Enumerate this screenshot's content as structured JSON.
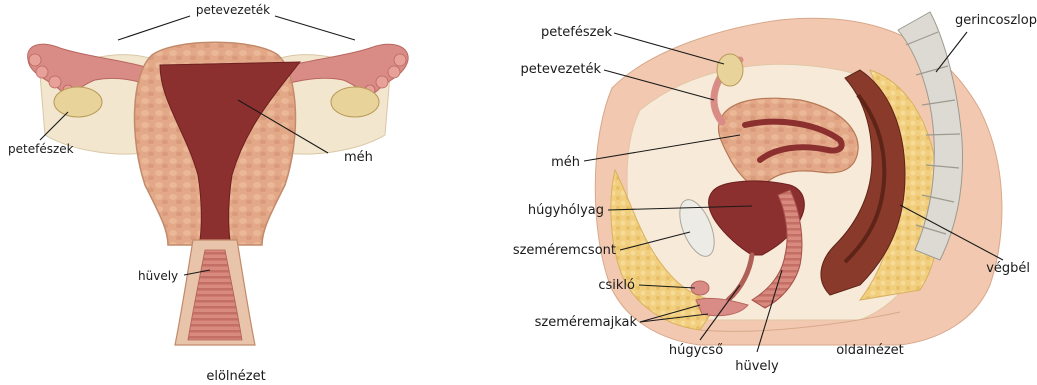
{
  "front_view": {
    "caption": "elölnézet",
    "labels": {
      "fallopian_tube": "petevezeték",
      "ovary": "petefészek",
      "uterus": "méh",
      "vagina": "hüvely"
    }
  },
  "side_view": {
    "caption": "oldalnézet",
    "labels": {
      "ovary": "petefészek",
      "fallopian_tube": "petevezeték",
      "uterus": "méh",
      "bladder": "húgyhólyag",
      "pubic_bone": "szeméremcsont",
      "clitoris": "csikló",
      "labia": "szeméremajkak",
      "urethra": "húgycső",
      "vagina": "hüvely",
      "spine": "gerincoszlop",
      "rectum": "végbél"
    }
  },
  "colors": {
    "uterus_wall": "#e2a888",
    "uterus_cavity": "#8b2f2f",
    "tube": "#d98c86",
    "ovary": "#e8d49a",
    "fat": "#f1cf7e",
    "rectum": "#8a3a2a",
    "bone": "#dcdad2",
    "skin": "#f2c9b0"
  }
}
